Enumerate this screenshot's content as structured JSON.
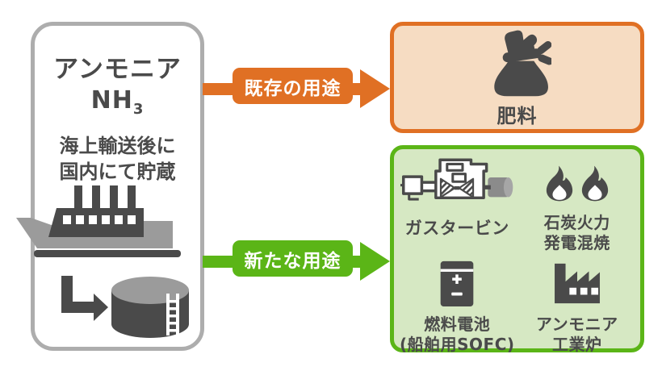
{
  "colors": {
    "canvas_bg": "#FFFFFF",
    "existing_accent": "#E07024",
    "existing_bg": "#F6DCC2",
    "new_accent": "#5BB517",
    "new_bg": "#D6E8C3",
    "icon_dark": "#4A4A4A",
    "icon_light_gray": "#9B9B9B",
    "box_border_gray": "#ADADAD",
    "generator_gray": "#8B8B8B",
    "generator_cap_gray": "#A6A6A6"
  },
  "source_box": {
    "title": "アンモニア",
    "formula": {
      "main": "NH",
      "sub": "3"
    },
    "description": {
      "line1": "海上輸送後に",
      "line2": "国内にて貯蔵"
    },
    "icons": [
      "cargo-ship-icon",
      "storage-tank-icon",
      "bent-arrow-icon"
    ]
  },
  "flows": {
    "existing": {
      "label": "既存の用途"
    },
    "new": {
      "label": "新たな用途"
    }
  },
  "existing_use_box": {
    "item": {
      "icon": "fertilizer-sack-icon",
      "label": "肥料"
    }
  },
  "new_use_box": {
    "items": [
      {
        "icon": "gas-turbine-icon",
        "label": "ガスタービン"
      },
      {
        "icon": "coal-flames-icon",
        "label_line1": "石炭火力",
        "label_line2": "発電混焼"
      },
      {
        "icon": "fuel-cell-battery-icon",
        "label_line1": "燃料電池",
        "label_line2": "(船舶用SOFC)"
      },
      {
        "icon": "factory-icon",
        "label_line1": "アンモニア",
        "label_line2": "工業炉"
      }
    ]
  }
}
